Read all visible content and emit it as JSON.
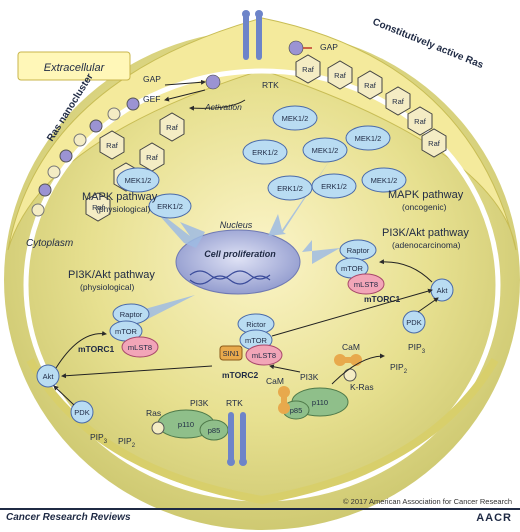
{
  "labels": {
    "extracellular": "Extracellular",
    "cytoplasm": "Cytoplasm",
    "nucleus": "Nucleus",
    "cell_proliferation": "Cell proliferation",
    "ras_nanocluster": "Ras nanocluster",
    "constitutively_active_ras": "Constitutively active Ras",
    "gap": "GAP",
    "gef": "GEF",
    "rtk": "RTK",
    "activation": "Activation",
    "raf": "Raf",
    "mek": "MEK1/2",
    "erk": "ERK1/2",
    "ras": "Ras",
    "kras": "K-Ras",
    "cam": "CaM",
    "pi3k": "PI3K",
    "p110": "p110",
    "p85": "p85",
    "pdk": "PDK",
    "akt": "Akt",
    "pip2": "PIP",
    "pip3": "PIP",
    "sub2": "2",
    "sub3": "3",
    "raptor": "Raptor",
    "rictor": "Rictor",
    "mtor": "mTOR",
    "mlst8": "mLST8",
    "sin1": "SIN1",
    "mtorc1": "mTORC1",
    "mtorc2": "mTORC2"
  },
  "pathways": {
    "mapk_phys_title": "MAPK pathway",
    "mapk_phys_sub": "(physiological)",
    "mapk_onc_title": "MAPK pathway",
    "mapk_onc_sub": "(oncogenic)",
    "pi3k_phys_title": "PI3K/Akt pathway",
    "pi3k_phys_sub": "(physiological)",
    "pi3k_aden_title": "PI3K/Akt pathway",
    "pi3k_aden_sub": "(adenocarcinoma)"
  },
  "footer": {
    "copyright": "© 2017 American Association for Cancer Research",
    "journal": "Cancer Research Reviews",
    "aacr": "AACR"
  },
  "colors": {
    "membrane": "#f3e58c",
    "cell": "#e4dd8a",
    "nucleus": "#9aa6d6",
    "protein_blue": "#b9dcf2",
    "raf": "#f4ecc4",
    "pink": "#f2a5b8",
    "green": "#8fbf8a",
    "arrow": "#8fb4de"
  }
}
